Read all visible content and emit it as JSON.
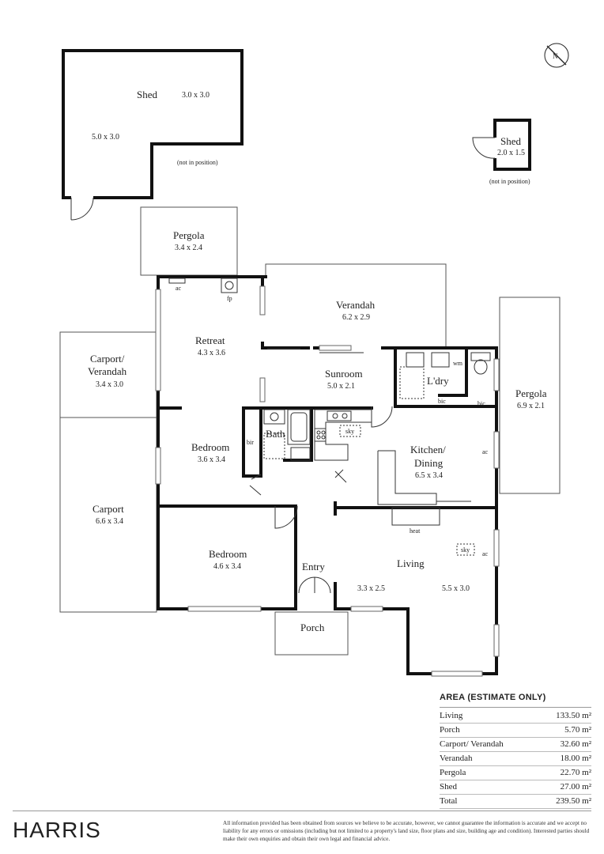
{
  "rooms": {
    "shed_main": {
      "name": "Shed",
      "dim_a": "3.0 x 3.0",
      "dim_b": "5.0 x 3.0",
      "note": "(not in position)"
    },
    "shed_small": {
      "name": "Shed",
      "dim": "2.0 x 1.5",
      "note": "(not in position)"
    },
    "pergola_top": {
      "name": "Pergola",
      "dim": "3.4 x 2.4"
    },
    "verandah": {
      "name": "Verandah",
      "dim": "6.2 x 2.9"
    },
    "retreat": {
      "name": "Retreat",
      "dim": "4.3 x 3.6"
    },
    "carport_verandah": {
      "name_line1": "Carport/",
      "name_line2": "Verandah",
      "dim": "3.4 x 3.0"
    },
    "sunroom": {
      "name": "Sunroom",
      "dim": "5.0 x 2.1"
    },
    "laundry": {
      "name": "L'dry"
    },
    "pergola_right": {
      "name": "Pergola",
      "dim": "6.9 x 2.1"
    },
    "bedroom_1": {
      "name": "Bedroom",
      "dim": "3.6 x 3.4"
    },
    "bath": {
      "name": "Bath"
    },
    "kitchen": {
      "name_line1": "Kitchen/",
      "name_line2": "Dining",
      "dim": "6.5 x 3.4"
    },
    "carport": {
      "name": "Carport",
      "dim": "6.6 x 3.4"
    },
    "bedroom_2": {
      "name": "Bedroom",
      "dim": "4.6 x 3.4"
    },
    "entry": {
      "name": "Entry",
      "dim": "3.3 x 2.5"
    },
    "living": {
      "name": "Living",
      "dim": "5.5 x 3.0"
    },
    "porch": {
      "name": "Porch"
    }
  },
  "labels": {
    "ac": "ac",
    "fp": "fp",
    "wm": "wm",
    "bic": "bic",
    "bir": "bir",
    "sky": "sky",
    "heat": "heat"
  },
  "compass": {
    "letter": "N"
  },
  "area": {
    "title": "AREA (ESTIMATE ONLY)",
    "rows": [
      {
        "label": "Living",
        "value": "133.50 m²"
      },
      {
        "label": "Porch",
        "value": "5.70 m²"
      },
      {
        "label": "Carport/ Verandah",
        "value": "32.60 m²"
      },
      {
        "label": "Verandah",
        "value": "18.00 m²"
      },
      {
        "label": "Pergola",
        "value": "22.70 m²"
      },
      {
        "label": "Shed",
        "value": "27.00 m²"
      },
      {
        "label": "Total",
        "value": "239.50 m²"
      }
    ]
  },
  "footer": {
    "brand": "HARRIS",
    "disclaimer": "All information provided has been obtained from sources we believe to be accurate, however, we cannot guarantee the information is accurate and we accept no liability for any errors or omissions (including but not limited to a property's land size, floor plans and size, building age and condition). Interested parties should make their own enquiries and obtain their own legal and financial advice."
  }
}
